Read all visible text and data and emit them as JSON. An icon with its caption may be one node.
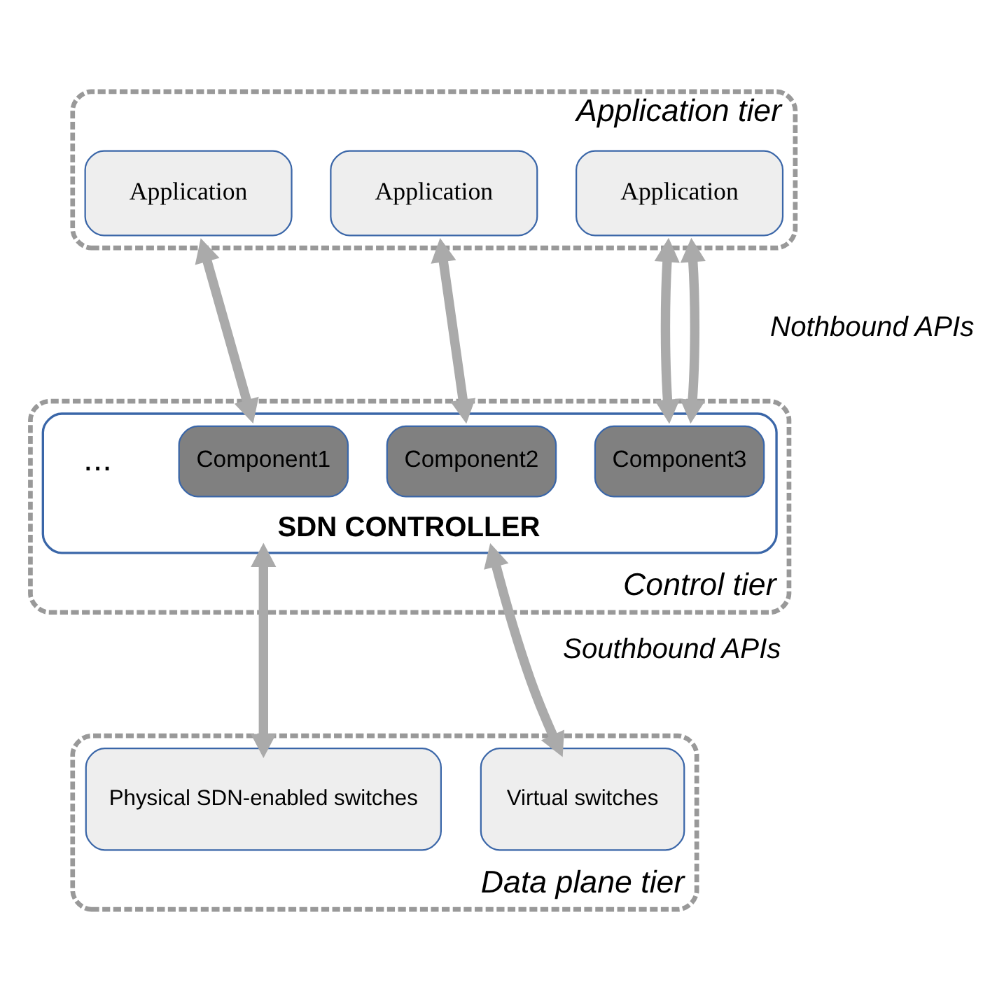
{
  "diagram": {
    "nodes": [
      {
        "text": [
          "Application tier"
        ]
      },
      {
        "text": [
          "Application"
        ],
        "in": 0
      },
      {
        "text": [
          "Application"
        ],
        "in": 0
      },
      {
        "text": [
          "Application"
        ],
        "in": 0
      },
      {
        "text": [
          "Control tier"
        ]
      },
      {
        "text": [
          "SDN CONTROLLER"
        ],
        "in": 4
      },
      {
        "text": [
          "Component1"
        ],
        "in": 5
      },
      {
        "text": [
          "Component2"
        ],
        "in": 5
      },
      {
        "text": [
          "Component3"
        ],
        "in": 5
      },
      {
        "text": [
          "Data plane tier"
        ]
      },
      {
        "text": [
          "Physical SDN-enabled switches"
        ],
        "in": 9
      },
      {
        "text": [
          "Virtual switches"
        ],
        "in": 9
      }
    ],
    "edges": [
      {
        "from": 0,
        "to": 5,
        "arrow": "both"
      },
      {
        "from": 0,
        "to": 5,
        "arrow": "both"
      },
      {
        "from": 0,
        "to": 5,
        "arrow": "both"
      },
      {
        "from": 0,
        "to": 5,
        "arrow": "both"
      },
      {
        "from": 5,
        "to": 10,
        "arrow": "both"
      },
      {
        "from": 5,
        "to": 11,
        "arrow": "both"
      }
    ],
    "labels": [
      "Nothbound APIs",
      "...",
      "Southbound APIs"
    ]
  }
}
